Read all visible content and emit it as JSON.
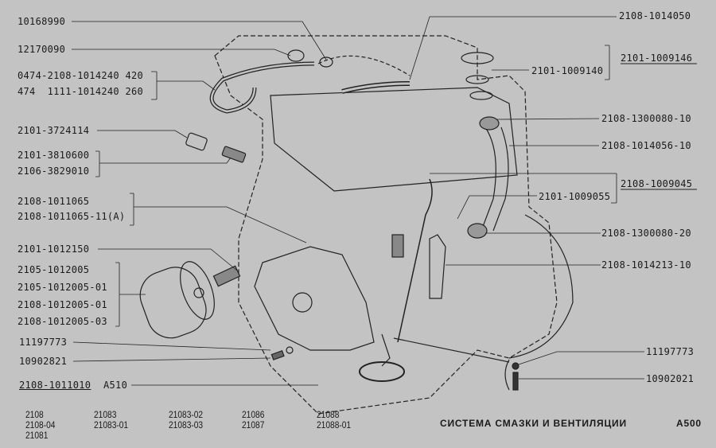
{
  "left_labels": {
    "l1": "10168990",
    "l2": "12170090",
    "l3a": "0474-2108-1014240 420",
    "l3b": "474  1111-1014240 260",
    "l4": "2101-3724114",
    "l5a": "2101-3810600",
    "l5b": "2106-3829010",
    "l6a": "2108-1011065",
    "l6b": "2108-1011065-11(A)",
    "l7": "2101-1012150",
    "l8a": "2105-1012005",
    "l8b": "2105-1012005-01",
    "l8c": "2108-1012005-01",
    "l8d": "2108-1012005-03",
    "l9": "11197773",
    "l10": "10902821",
    "l11": "2108-1011010",
    "l11b": "A510"
  },
  "right_labels": {
    "r1": "2108-1014050",
    "r2": "2101-1009146",
    "r3": "2101-1009140",
    "r4": "2108-1300080-10",
    "r5": "2108-1014056-10",
    "r6": "2108-1009045",
    "r7": "2101-1009055",
    "r8": "2108-1300080-20",
    "r9": "2108-1014213-10",
    "r10": "11197773",
    "r11": "10902021"
  },
  "models": [
    "2108\n2108-04\n21081",
    "21083\n21083-01",
    "21083-02\n21083-03",
    "21086\n21087",
    "21088\n21088-01"
  ],
  "title": "СИСТЕМА СМАЗКИ И ВЕНТИЛЯЦИИ",
  "page_code": "A500"
}
